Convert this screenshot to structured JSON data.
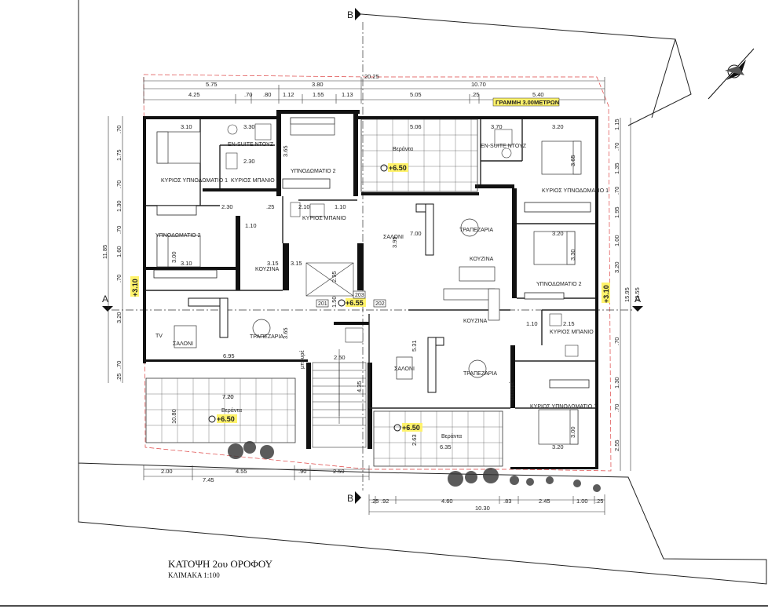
{
  "title": "ΚΑΤΟΨΗ 2ου ΟΡΟΦΟΥ",
  "scale": "ΚΛΙΜΑΚΑ 1:100",
  "setback_note": "ΓΡΑΜΜΗ 3.00ΜΕΤΡΩΝ",
  "section_markers": {
    "b": "B",
    "a": "A"
  },
  "levels": {
    "l650": "+6.50",
    "l655": "+6.55",
    "l310": "+3.10"
  },
  "stair_numbers": {
    "n201": "201",
    "n202": "202",
    "n203": "203"
  },
  "rooms": {
    "bed1": "ΚΥΡΙΟΣ ΥΠΝΟΔΩΜΑΤΙΟ 1",
    "bed2": "ΥΠΝΟΔΩΜΑΤΙΟ 2",
    "ensuite": "EN-SUITE ΝΤΟΥΖ",
    "bath": "ΚΥΡΙΟΣ ΜΠΑΝΙΟ",
    "kitchen": "ΚΟΥΖΙΝΑ",
    "salon": "ΣΑΛΟΝΙ",
    "dining": "ΤΡΑΠΕΖΑΡΙΑ",
    "veranda": "Βεράντα",
    "storage": "μπουρέ",
    "tv": "TV"
  },
  "dims_top_overall": "20.25",
  "dims_top_row1": [
    "5.75",
    "3.80",
    "10.70"
  ],
  "dims_top_row2": [
    "4.25",
    ".70",
    ".80",
    "1.12",
    "1.55",
    "1.13",
    "5.05",
    ".25",
    "5.40"
  ],
  "dims_bottom_left_row1": [
    "2.00",
    "7.20"
  ],
  "dims_bottom_left_row2": [
    "7.45",
    "4.55",
    ".90",
    "2.50"
  ],
  "dims_bottom_right_row1": [
    ".25",
    ".92",
    "4.60",
    ".83",
    "2.45",
    "1.00",
    ".25"
  ],
  "dims_bottom_right_overall": "10.30",
  "dims_left_outer": "11.85",
  "dims_left_inner": [
    ".70",
    "1.75",
    ".70",
    "1.30",
    ".70",
    "1.60",
    ".70",
    "3.20",
    ".70",
    ".25"
  ],
  "dims_right_outer": "15.95",
  "dims_right_mid": "13.55",
  "dims_right_inner": [
    "1.15",
    ".70",
    "1.35",
    ".70",
    "1.95",
    "1.00",
    "3.20",
    ".70",
    "1.30",
    ".70",
    "2.55"
  ],
  "inner_dims": [
    "3.10",
    "3.30",
    "2.30",
    "3.65",
    "2.30",
    ".25",
    "2.10",
    "1.10",
    "1.10",
    "3.15",
    "3.00",
    "3.10",
    "2.95",
    "1.50",
    "6.95",
    "2.50",
    "4.35",
    "5.06",
    "3.70",
    "3.20",
    "3.65",
    "3.20",
    "3.30",
    "3.95",
    "7.00",
    "5.31",
    "6.35",
    "3.00",
    "3.20",
    "1.10",
    "2.15",
    "2.63",
    "10.80",
    "3.15",
    "7.20",
    "3.65"
  ]
}
